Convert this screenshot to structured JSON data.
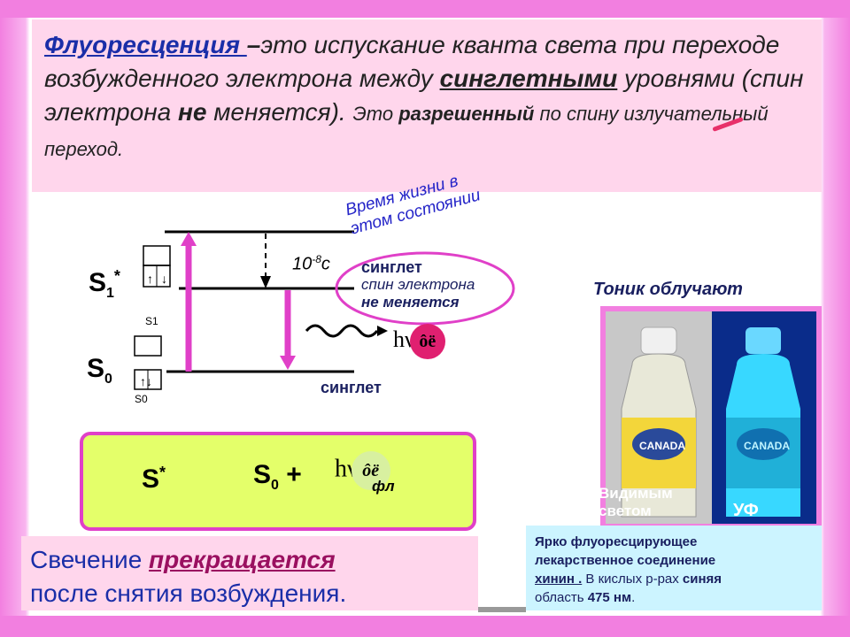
{
  "definition": {
    "term": "Флуоресценция ",
    "dash": "–",
    "text1": "это испускание кванта света при переходе возбужденного электрона между ",
    "singlet_word": "синглетными",
    "text2": " уровнями (спин электрона ",
    "not_word": "не",
    "text3": " меняется). ",
    "small1": "Это ",
    "allowed_word": "разрешенный",
    "small2": " по спину излучательный переход."
  },
  "diagram": {
    "s1_label": "S",
    "s1_sub": "1",
    "s1_sup": "*",
    "s0_label": "S",
    "s0_sub": "0",
    "lifetime_line1": "Время жизни в",
    "lifetime_line2": "этом состоянии",
    "time_base": "10",
    "time_exp": "-8",
    "time_unit": "с",
    "singlet_title": "синглет",
    "singlet_line2": "спин электрона",
    "singlet_line3": "не  меняется",
    "singlet_bottom": "синглет",
    "box_s1": "S1",
    "box_s0": "S0",
    "hv": "hν",
    "hv_sub": "ôë"
  },
  "equation": {
    "left": "S",
    "left_sup": "*",
    "right": "S",
    "right_sub": "0",
    "plus": " +",
    "hv": "hν",
    "hv_sub": "ôë",
    "hv_sub2": "фл"
  },
  "stop": {
    "text1": "Свечение ",
    "bold_word": "прекращается",
    "text2": "после снятия возбуждения."
  },
  "tonic": {
    "title": "Тоник облучают",
    "visible_line1": "Видимым",
    "visible_line2": "светом",
    "uv": "УФ"
  },
  "quinine": {
    "line1": "Ярко  флуоресцирующее",
    "line2": "лекарственное соединение",
    "word_quinine": "хинин .",
    "line3_rest": " В кислых  р-рах ",
    "word_blue": "синяя",
    "line4a": "область ",
    "wavelength": "475 нм",
    "line4b": "."
  },
  "colors": {
    "frame": "#f27fe0",
    "def_bg": "#ffd6ec",
    "term": "#1a2ea8",
    "arrow": "#e040c8",
    "eq_bg": "#e4ff6a",
    "quinine_bg": "#ccf4ff"
  }
}
